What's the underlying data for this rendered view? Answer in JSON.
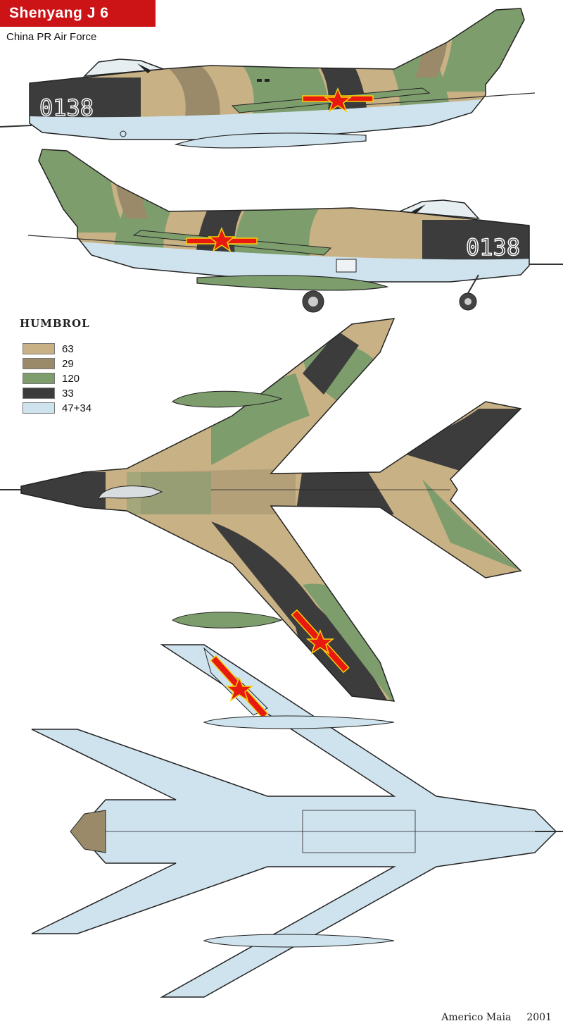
{
  "header": {
    "title": "Shenyang  J 6",
    "subtitle": "China PR Air Force"
  },
  "aircraft": {
    "serial": "0138"
  },
  "legend": {
    "title": "HUMBROL",
    "items": [
      {
        "label": "63",
        "color": "#c8b184"
      },
      {
        "label": "29",
        "color": "#9a8a6a"
      },
      {
        "label": "120",
        "color": "#7e9d6d"
      },
      {
        "label": "33",
        "color": "#3c3c3c"
      },
      {
        "label": "47+34",
        "color": "#cfe3ee"
      }
    ]
  },
  "credit": {
    "author": "Americo Maia",
    "year": "2001"
  },
  "colors": {
    "accent": "#cc1417",
    "insignia_red": "#e8190f",
    "insignia_yellow": "#f6d10a"
  }
}
